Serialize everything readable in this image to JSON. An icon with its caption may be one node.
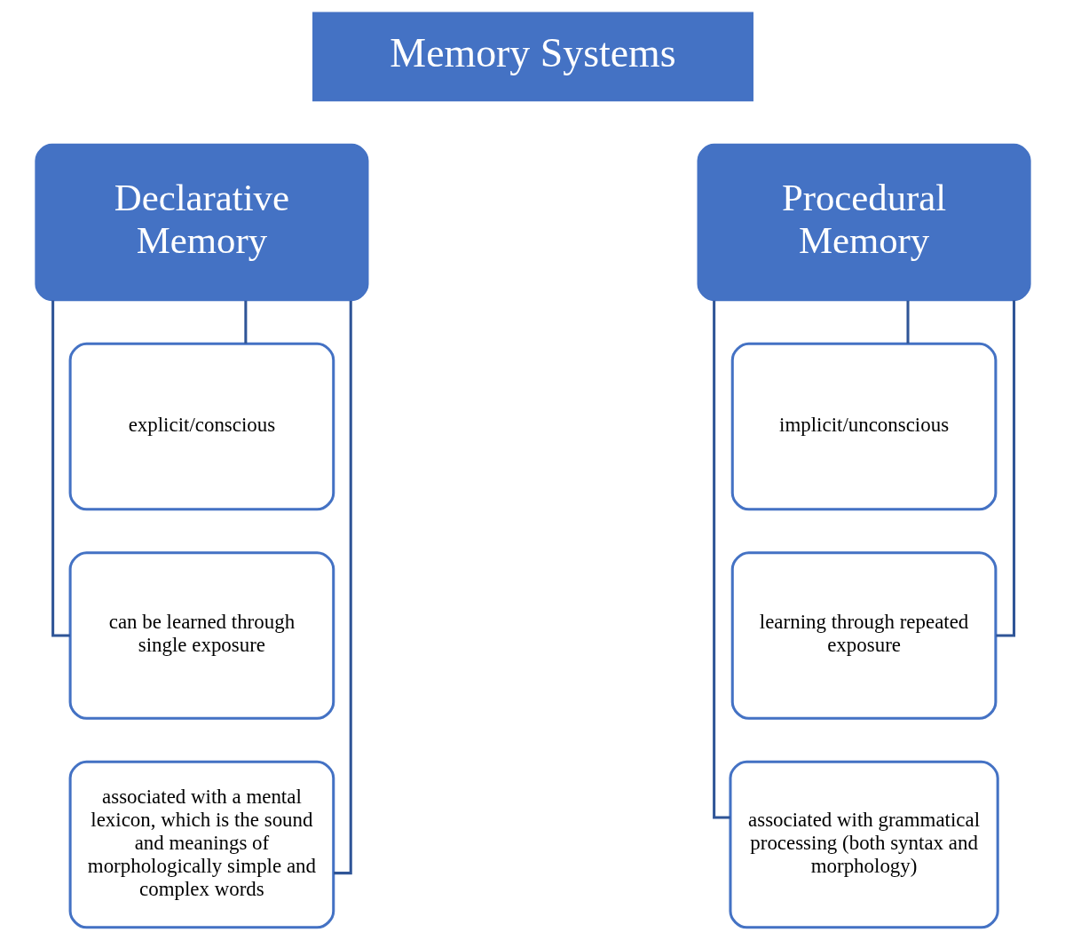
{
  "diagram": {
    "nodes": [
      {
        "text": [
          "Memory Systems"
        ]
      },
      {
        "text": [
          "Declarative Memory"
        ]
      },
      {
        "text": [
          "explicit/conscious"
        ]
      },
      {
        "text": [
          "can be learned through single exposure"
        ]
      },
      {
        "text": [
          "associated with a mental lexicon, which is the sound and meanings of morphologically simple and complex words"
        ]
      },
      {
        "text": [
          "Procedural Memory"
        ]
      },
      {
        "text": [
          "implicit/unconscious"
        ]
      },
      {
        "text": [
          "learning through repeated exposure"
        ]
      },
      {
        "text": [
          "associated with grammatical processing (both syntax and morphology)"
        ]
      }
    ],
    "edges": [
      {
        "from": 1,
        "to": 2,
        "arrow": "none"
      },
      {
        "from": 1,
        "to": 3,
        "arrow": "none"
      },
      {
        "from": 1,
        "to": 4,
        "arrow": "none"
      },
      {
        "from": 5,
        "to": 6,
        "arrow": "none"
      },
      {
        "from": 5,
        "to": 7,
        "arrow": "none"
      },
      {
        "from": 5,
        "to": 8,
        "arrow": "none"
      }
    ]
  }
}
